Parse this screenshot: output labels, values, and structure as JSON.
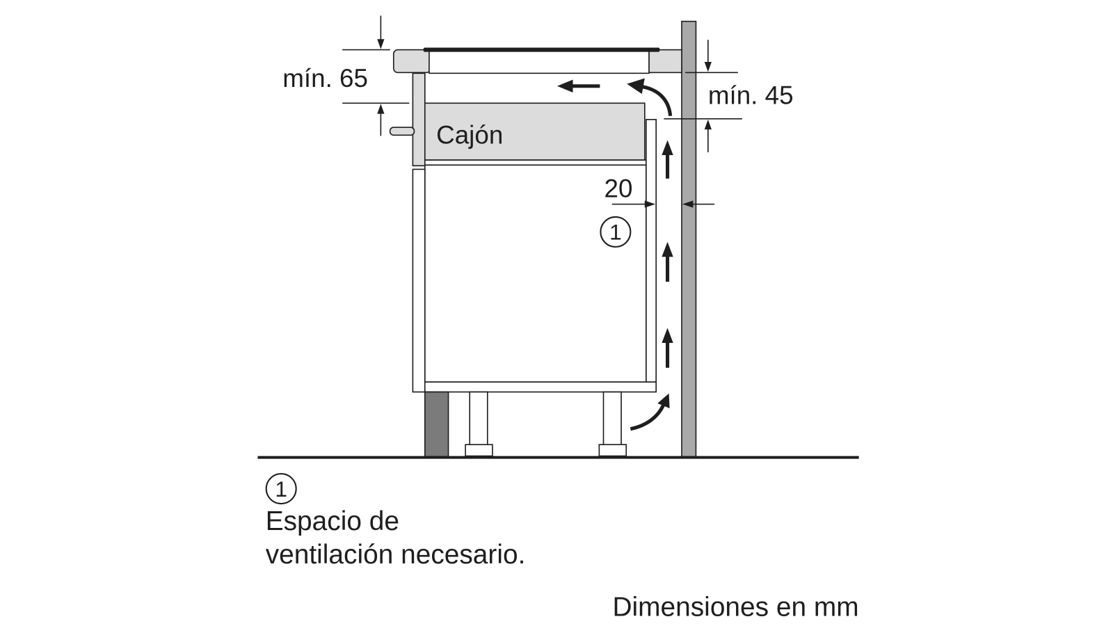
{
  "diagram": {
    "drawer_label": "Cajón",
    "clearance_top_label": "mín. 65",
    "clearance_side_label": "mín. 45",
    "gap_label": "20",
    "callout_marker": "1"
  },
  "legend": {
    "marker": "1",
    "line1": "Espacio de",
    "line2": "ventilación necesario."
  },
  "footer": {
    "units_note": "Dimensiones en mm"
  },
  "colors": {
    "ink": "#1e1e1e",
    "panel_fill": "#dcdcdc",
    "wall_fill": "#a9a9a9",
    "plinth_fill": "#7b7b7b"
  }
}
